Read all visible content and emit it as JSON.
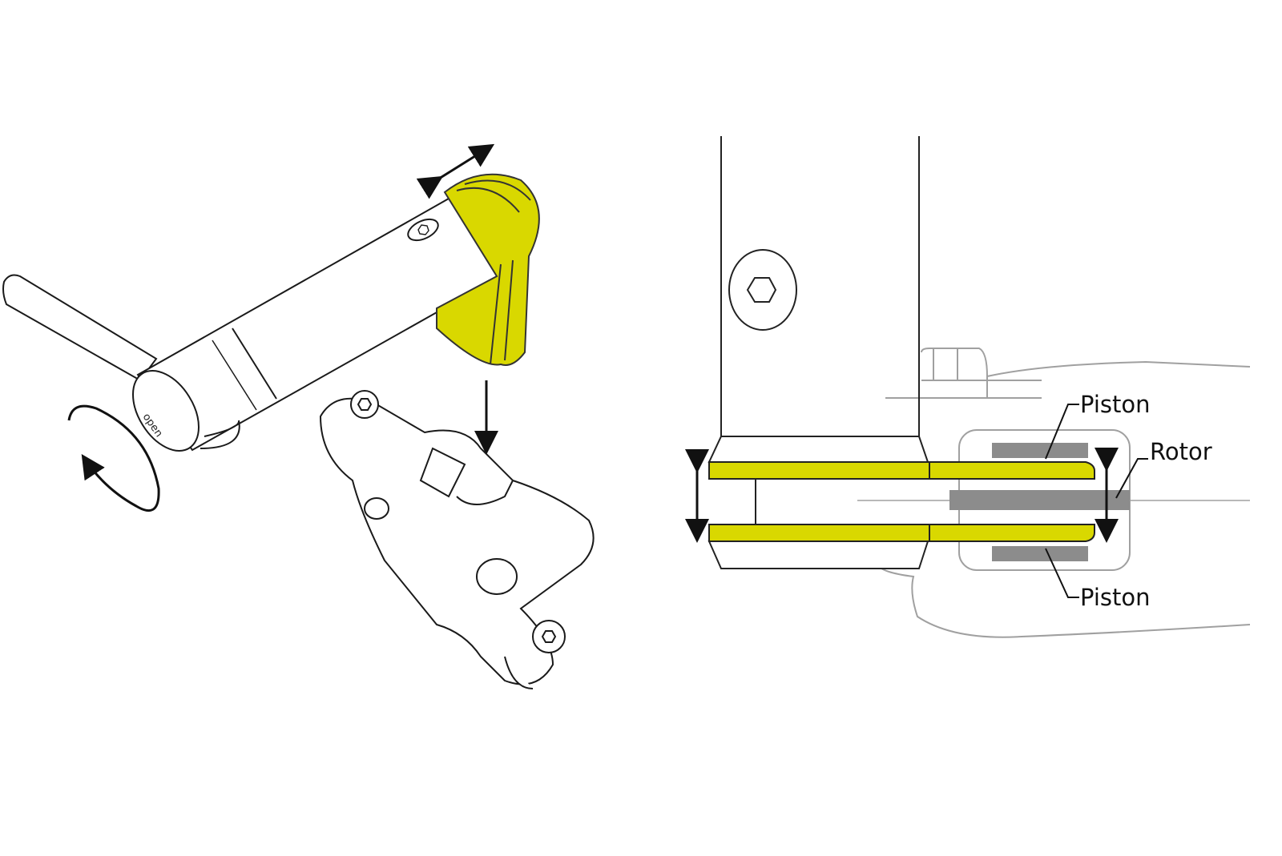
{
  "left_figure": {
    "tool_end_text": "open",
    "colors": {
      "spacer": "#d9d800",
      "line": "#1a1a1a"
    }
  },
  "right_figure": {
    "labels": {
      "piston_top": "Piston",
      "rotor": "Rotor",
      "piston_bottom": "Piston"
    },
    "colors": {
      "pads": "#d9d800",
      "piston": "#8c8c8c",
      "rotor": "#8c8c8c",
      "caliper_outline": "#a0a0a0"
    }
  }
}
